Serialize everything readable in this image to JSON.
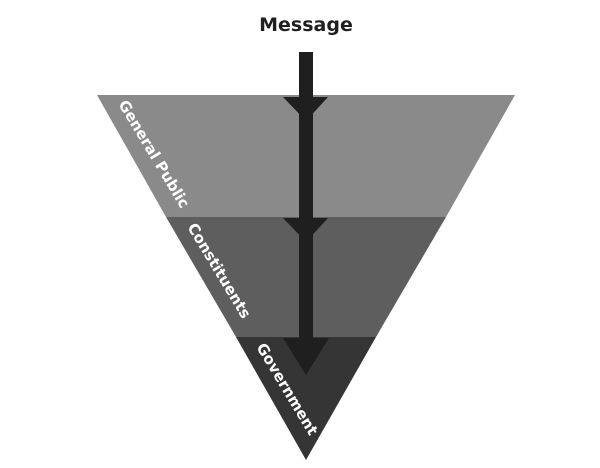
{
  "diagram": {
    "title": "Message",
    "layers": [
      {
        "label": "General Public",
        "color": "#8a8a8a"
      },
      {
        "label": "Constituents",
        "color": "#5e5e5e"
      },
      {
        "label": "Government",
        "color": "#353535"
      }
    ],
    "arrow_color": "#1f1f1f"
  }
}
